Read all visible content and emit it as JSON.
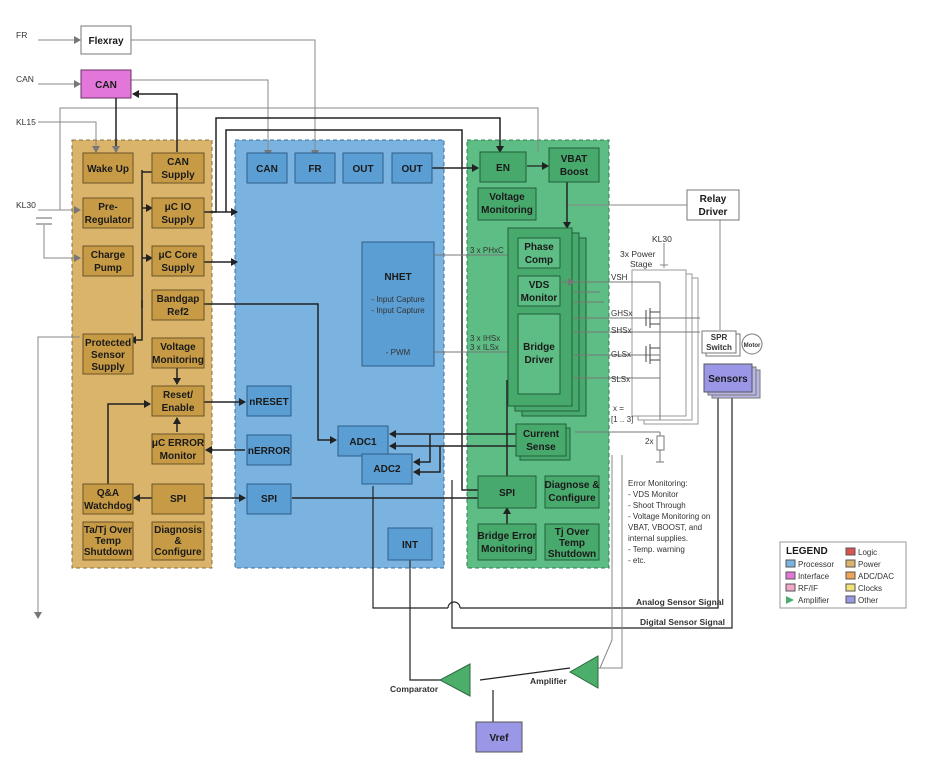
{
  "inputs": {
    "fr": "FR",
    "can": "CAN",
    "kl15": "KL15",
    "kl30": "KL30"
  },
  "top": {
    "flexray": "Flexray",
    "can": "CAN"
  },
  "power": {
    "wake_up": "Wake Up",
    "can_supply": [
      "CAN",
      "Supply"
    ],
    "pre_regulator": [
      "Pre-",
      "Regulator"
    ],
    "uc_io_supply": [
      "μC IO",
      "Supply"
    ],
    "charge_pump": [
      "Charge",
      "Pump"
    ],
    "uc_core_supply": [
      "μC Core",
      "Supply"
    ],
    "bandgap": [
      "Bandgap",
      "Ref2"
    ],
    "protected_sensor_supply": [
      "Protected",
      "Sensor",
      "Supply"
    ],
    "voltage_monitoring": [
      "Voltage",
      "Monitoring"
    ],
    "reset_enable": [
      "Reset/",
      "Enable"
    ],
    "uc_error_monitor": [
      "μC ERROR",
      "Monitor"
    ],
    "qa_watchdog": [
      "Q&A",
      "Watchdog"
    ],
    "spi": "SPI",
    "ta_tj": [
      "Ta/Tj Over",
      "Temp",
      "Shutdown"
    ],
    "diagnosis": [
      "Diagnosis",
      "&",
      "Configure"
    ]
  },
  "processor": {
    "can": "CAN",
    "fr": "FR",
    "out1": "OUT",
    "out2": "OUT",
    "nhet_title": "NHET",
    "nhet_lines": [
      "- Input Capture",
      "- Input Capture"
    ],
    "nhet_pwm": "- PWM",
    "nreset": "nRESET",
    "nerror": "nERROR",
    "spi": "SPI",
    "adc1": "ADC1",
    "adc2": "ADC2",
    "int": "INT"
  },
  "driver": {
    "en": "EN",
    "vbat_boost": [
      "VBAT",
      "Boost"
    ],
    "voltage_monitoring": [
      "Voltage",
      "Monitoring"
    ],
    "phase_comp": [
      "Phase",
      "Comp"
    ],
    "vds_monitor": [
      "VDS",
      "Monitor"
    ],
    "bridge_driver": [
      "Bridge",
      "Driver"
    ],
    "current_sense": [
      "Current",
      "Sense"
    ],
    "spi": "SPI",
    "diagnose": [
      "Diagnose &",
      "Configure"
    ],
    "bridge_error": [
      "Bridge Error",
      "Monitoring"
    ],
    "tj_over": [
      "Tj Over",
      "Temp",
      "Shutdown"
    ],
    "phx": "3 x PHxC",
    "ihs": "3 x IHSx",
    "ils": "3 x ILSx"
  },
  "output": {
    "relay_driver": [
      "Relay",
      "Driver"
    ],
    "kl30": "KL30",
    "power_stage": [
      "3x Power",
      "Stage"
    ],
    "vsh": "VSH",
    "ghsx": "GHSx",
    "shsx": "SHSx",
    "glsx": "GLSx",
    "slsx": "SLSx",
    "x_range": [
      "x =",
      "[1 .. 3]"
    ],
    "two_x": "2x",
    "spr_switch": [
      "SPR",
      "Switch"
    ],
    "motor": "Motor",
    "sensors": "Sensors"
  },
  "error_monitoring": [
    "Error Monitoring:",
    "- VDS Monitor",
    "- Shoot Through",
    "- Voltage Monitoring on",
    "VBAT, VBOOST, and",
    "internal supplies.",
    "- Temp. warning",
    "- etc."
  ],
  "signals": {
    "analog": "Analog Sensor Signal",
    "digital": "Digital Sensor Signal",
    "comparator": "Comparator",
    "amplifier": "Amplifier",
    "vref": "Vref"
  },
  "legend": {
    "title": "LEGEND",
    "items": [
      {
        "label": "Processor",
        "color": "#7bb3e0",
        "icon": "swatch"
      },
      {
        "label": "Logic",
        "color": "#d9534f",
        "icon": "swatch"
      },
      {
        "label": "Interface",
        "color": "#e377d9",
        "icon": "swatch"
      },
      {
        "label": "Power",
        "color": "#d9b46a",
        "icon": "swatch"
      },
      {
        "label": "RF/IF",
        "color": "#f2a7c9",
        "icon": "swatch"
      },
      {
        "label": "ADC/DAC",
        "color": "#f0a35a",
        "icon": "swatch"
      },
      {
        "label": "Amplifier",
        "color": "#4cae6b",
        "icon": "triangle"
      },
      {
        "label": "Clocks",
        "color": "#f1e27a",
        "icon": "swatch"
      },
      {
        "label": "Other",
        "color": "#9a97e6",
        "icon": "swatch"
      }
    ]
  },
  "colors": {
    "power_bg": "#d9b46a",
    "power_block": "#c79b45",
    "processor_bg": "#7bb3e0",
    "processor_block": "#5b9ed3",
    "driver_bg": "#5ebd84",
    "driver_block": "#48a96d",
    "interface": "#e377d9",
    "other": "#9a97e6",
    "amplifier": "#4cae6b"
  }
}
